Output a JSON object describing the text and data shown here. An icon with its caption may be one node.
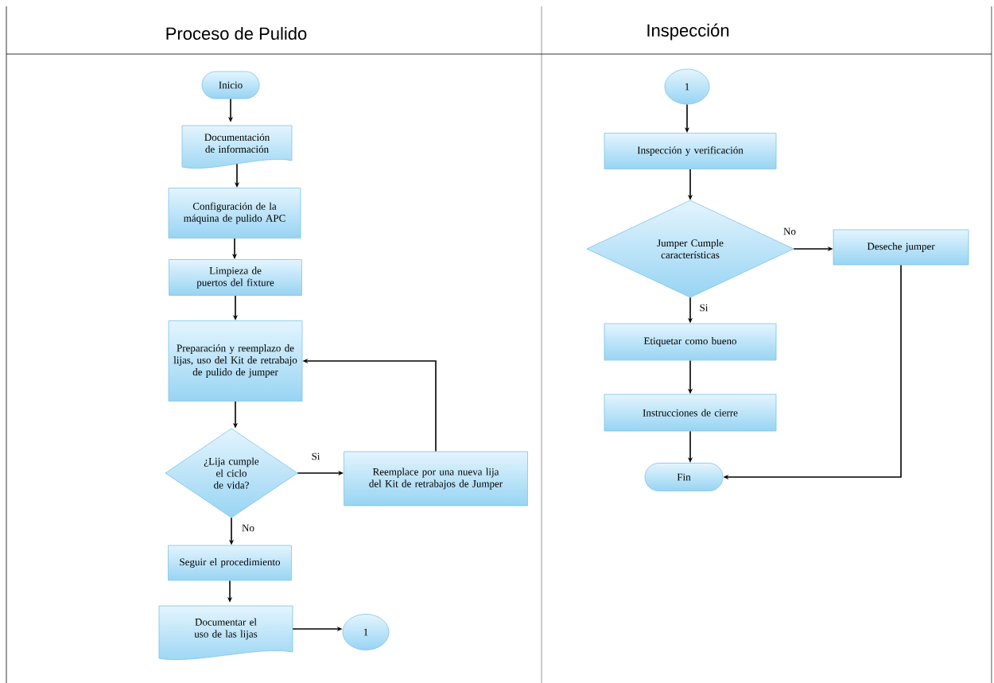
{
  "diagram": {
    "nodes": [
      {
        "text": [
          "Inicio"
        ]
      },
      {
        "text": [
          "Documentación de información"
        ]
      },
      {
        "text": [
          "Configuración de la máquina de pulido APC"
        ]
      },
      {
        "text": [
          "Limpieza de puertos del fixture"
        ]
      },
      {
        "text": [
          "Preparación y reemplazo de lijas, uso del Kit de retrabajo de pulido de jumper"
        ]
      },
      {
        "text": [
          "¿Lija cumple el ciclo de vida?"
        ]
      },
      {
        "text": [
          "Reemplace por una nueva lija del Kit de retrabajos de Jumper"
        ]
      },
      {
        "text": [
          "Seguir el procedimiento"
        ]
      },
      {
        "text": [
          "Documentar el uso de las lijas"
        ]
      },
      {
        "text": [
          "1"
        ]
      },
      {
        "text": [
          "1"
        ]
      },
      {
        "text": [
          "Inspección y verificación"
        ]
      },
      {
        "text": [
          "Jumper Cumple características"
        ]
      },
      {
        "text": [
          "Deseche jumper"
        ]
      },
      {
        "text": [
          "Etiquetar como bueno"
        ]
      },
      {
        "text": [
          "Instrucciones de cierre"
        ]
      },
      {
        "text": [
          "Fin"
        ]
      }
    ],
    "edges": [
      {
        "from": 0,
        "to": 1,
        "arrow": "to"
      },
      {
        "from": 1,
        "to": 2,
        "arrow": "to"
      },
      {
        "from": 2,
        "to": 3,
        "arrow": "to"
      },
      {
        "from": 3,
        "to": 4,
        "arrow": "to"
      },
      {
        "from": 4,
        "to": 5,
        "arrow": "to"
      },
      {
        "from": 5,
        "to": 6,
        "arrow": "to",
        "label": "Si"
      },
      {
        "from": 6,
        "to": 4,
        "arrow": "to"
      },
      {
        "from": 5,
        "to": 7,
        "arrow": "to",
        "label": "No"
      },
      {
        "from": 7,
        "to": 8,
        "arrow": "to"
      },
      {
        "from": 8,
        "to": 9,
        "arrow": "to"
      },
      {
        "from": 10,
        "to": 11,
        "arrow": "to"
      },
      {
        "from": 11,
        "to": 12,
        "arrow": "to"
      },
      {
        "from": 12,
        "to": 13,
        "arrow": "to",
        "label": "No"
      },
      {
        "from": 12,
        "to": 14,
        "arrow": "to",
        "label": "Si"
      },
      {
        "from": 14,
        "to": 15,
        "arrow": "to"
      },
      {
        "from": 15,
        "to": 16,
        "arrow": "to"
      },
      {
        "from": 13,
        "to": 16,
        "arrow": "to"
      }
    ],
    "labels": [
      "Proceso de Pulido",
      "Inspección"
    ]
  }
}
